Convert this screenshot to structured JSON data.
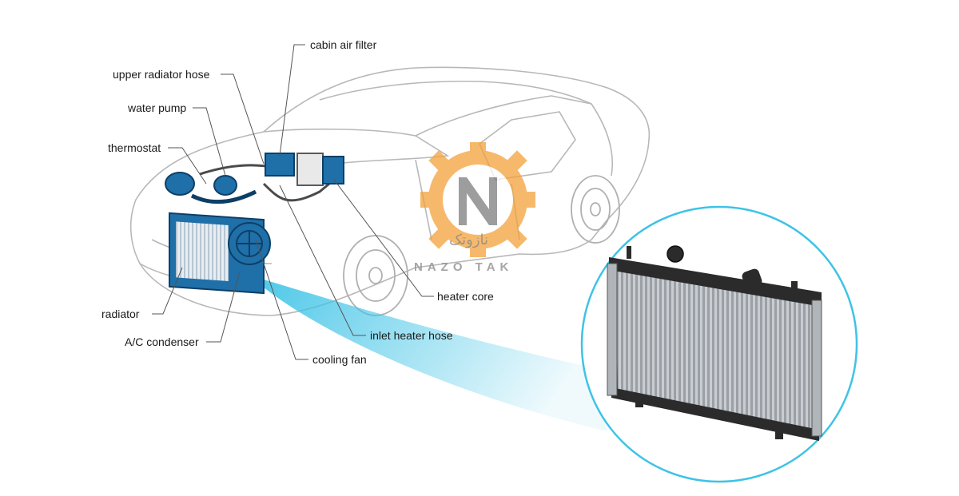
{
  "labels": {
    "cabin_air_filter": "cabin air filter",
    "upper_radiator_hose": "upper radiator hose",
    "water_pump": "water pump",
    "thermostat": "thermostat",
    "radiator": "radiator",
    "ac_condenser": "A/C condenser",
    "heater_core": "heater core",
    "inlet_heater_hose": "inlet heater hose",
    "cooling_fan": "cooling fan"
  },
  "watermark": {
    "latin": "NAZO TAK",
    "arabic": "نازوتک"
  },
  "colors": {
    "component_blue": "#1f6fa8",
    "component_dark": "#0d3f66",
    "beam_cyan": "#3ec3e6",
    "watermark_orange": "#f3a23a",
    "leader_gray": "#555555"
  }
}
